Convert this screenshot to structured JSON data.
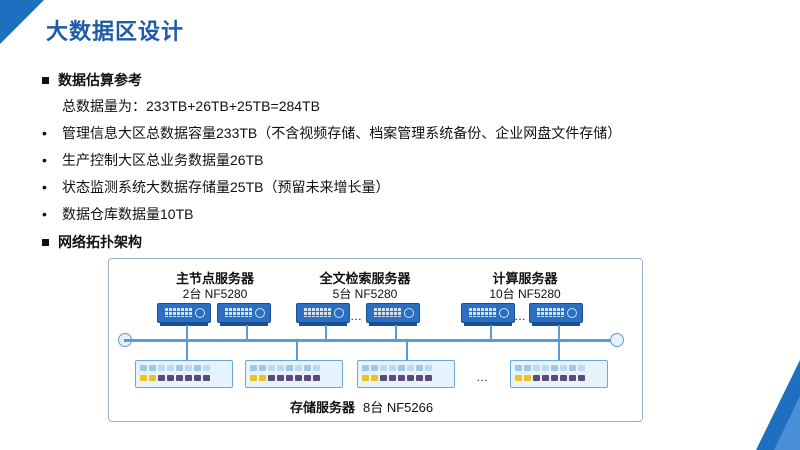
{
  "page": {
    "title": "大数据区设计"
  },
  "sections": {
    "estimate": {
      "heading": "数据估算参考",
      "total": "总数据量为：233TB+26TB+25TB=284TB",
      "bullet_char": "•",
      "bullets": [
        "管理信息大区总数据容量233TB（不含视频存储、档案管理系统备份、企业网盘文件存储）",
        "生产控制大区总业务数据量26TB",
        "状态监测系统大数据存储量25TB（预留未来增长量）",
        "数据仓库数据量10TB"
      ]
    },
    "topology": {
      "heading": "网络拓扑架构"
    }
  },
  "diagram": {
    "groups": [
      {
        "name": "主节点服务器",
        "detail": "2台 NF5280"
      },
      {
        "name": "全文检索服务器",
        "detail": "5台 NF5280"
      },
      {
        "name": "计算服务器",
        "detail": "10台 NF5280"
      }
    ],
    "ellipsis": "…",
    "storage": {
      "name": "存储服务器",
      "detail": "8台 NF5266"
    },
    "icons": [
      "server-icon",
      "storage-server-icon",
      "network-bus-icon"
    ],
    "colors": {
      "server": "#2b6fc2",
      "bus": "#5b9bd5",
      "title": "#1e5aa8",
      "accent": "#1f6fc0"
    }
  }
}
